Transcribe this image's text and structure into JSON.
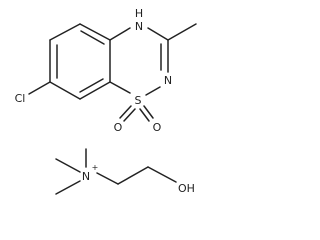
{
  "molecule_top": {
    "atoms": {
      "nh": "N",
      "nh_h": "H",
      "n_ring": "N",
      "s": "S",
      "o_left": "O",
      "o_right": "O",
      "cl": "Cl"
    }
  },
  "molecule_bottom": {
    "atoms": {
      "n_plus": "N",
      "charge": "+",
      "oh": "OH"
    }
  }
}
